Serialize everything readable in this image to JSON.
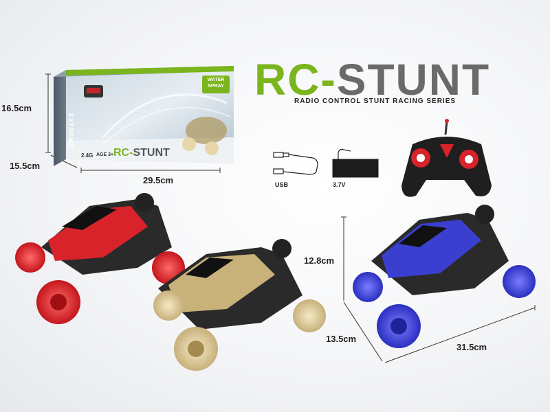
{
  "product": {
    "title_left": "RC-",
    "title_right": "STUNT",
    "subtitle": "RADIO CONTROL STUNT RACING SERIES"
  },
  "box": {
    "brand_left": "RC-",
    "brand_right": "STUNT",
    "sticker_line1": "WATER",
    "sticker_line2": "SPRAY",
    "side_text": "EXTREME",
    "freq": "2.4G",
    "age": "AGE 3+",
    "dim_height": "16.5cm",
    "dim_depth": "15.5cm",
    "dim_width": "29.5cm"
  },
  "accessories": {
    "usb_label": "USB",
    "battery_label": "3.7V"
  },
  "car_dims": {
    "height": "12.8cm",
    "depth": "13.5cm",
    "length": "31.5cm"
  },
  "colors": {
    "brand_green": "#7ab51d",
    "title_grey": "#6a6a6a",
    "car_red": "#d8232a",
    "car_gold": "#c8b27a",
    "car_blue": "#3b3fd0"
  },
  "icons": [
    "usb-cable-icon",
    "battery-icon",
    "remote-controller-icon"
  ]
}
